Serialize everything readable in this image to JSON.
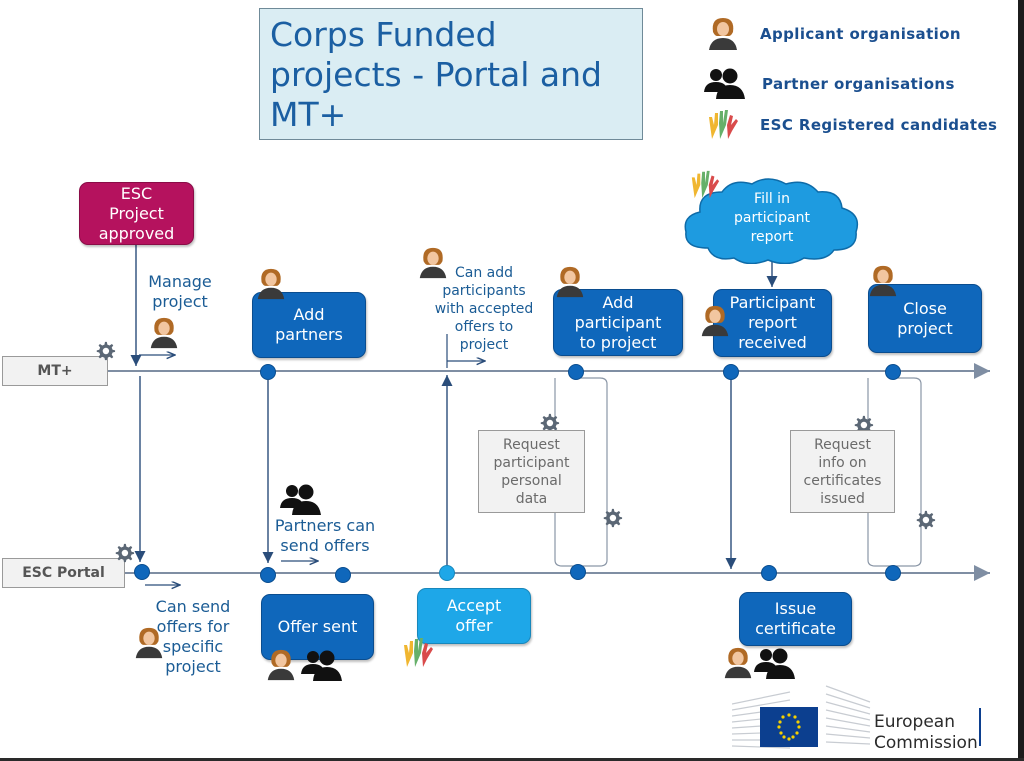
{
  "title": "Corps Funded projects - Portal and MT+",
  "legend": {
    "applicant": "Applicant organisation",
    "partners": "Partner organisations",
    "candidates": "ESC Registered candidates"
  },
  "lanes": {
    "mt": "MT+",
    "portal": "ESC Portal"
  },
  "steps": {
    "approved": "ESC\nProject\napproved",
    "manage": "Manage\nproject",
    "add_partners": "Add\npartners",
    "partners_send": "Partners can\nsend offers",
    "offer_sent": "Offer sent",
    "can_send": "Can send\noffers for\nspecific\nproject",
    "can_add": "Can add\nparticipants\nwith accepted\noffers to\nproject",
    "accept": "Accept\noffer",
    "add_participant": "Add\nparticipant\nto project",
    "request_data": "Request\nparticipant\npersonal\ndata",
    "fill_report": "Fill in\nparticipant\nreport",
    "report_received": "Participant\nreport\nreceived",
    "issue_cert": "Issue\ncertificate",
    "close": "Close\nproject",
    "request_info": "Request\ninfo on\ncertificates\nissued"
  },
  "footer": {
    "commission": "European\nCommission"
  },
  "colors": {
    "dark_blue": "#0f67bb",
    "light_blue": "#1ea7e8",
    "magenta": "#b5125e",
    "line": "#7f8ea3",
    "title_bg": "#daedf3"
  }
}
